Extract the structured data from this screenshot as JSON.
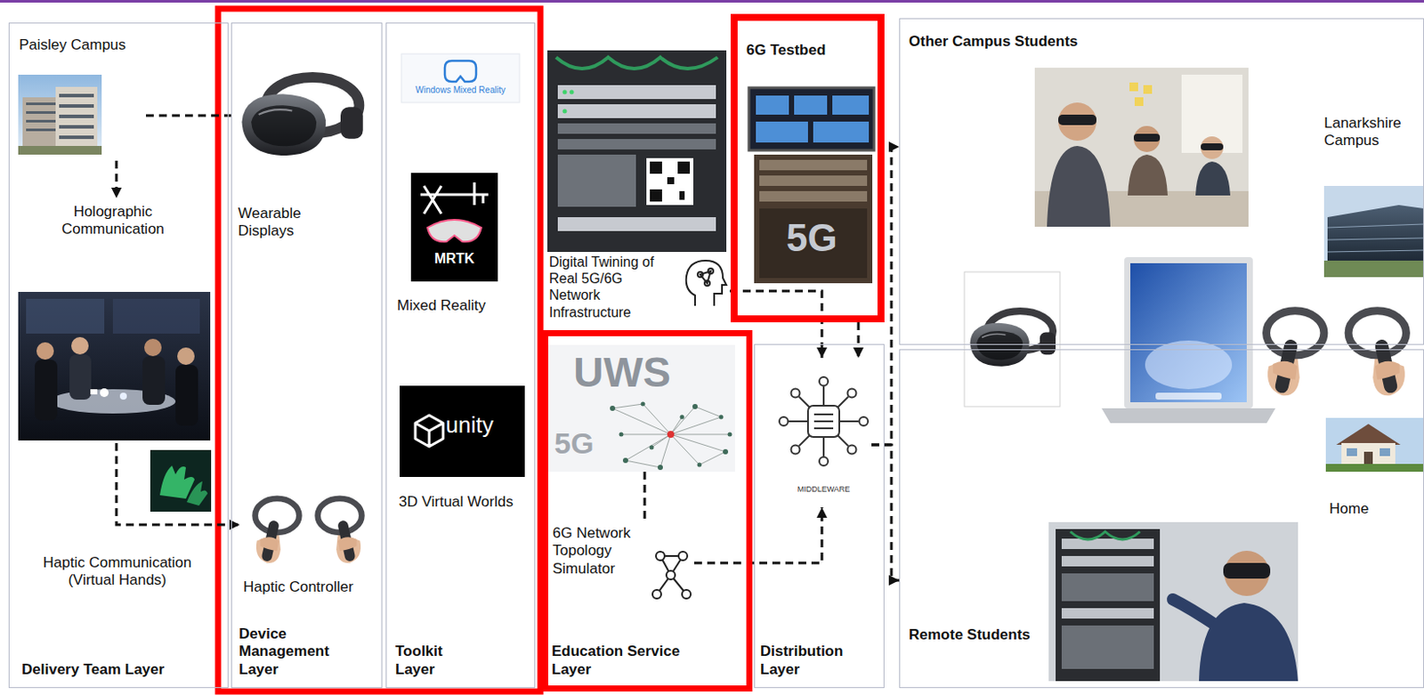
{
  "diagram": {
    "nodes": [
      {
        "text": [
          "Delivery Team Layer"
        ]
      },
      {
        "text": [
          "Paisley Campus"
        ],
        "in": 0
      },
      {
        "text": [
          "Holographic Communication"
        ],
        "in": 0
      },
      {
        "text": [
          "Haptic Communication (Virtual Hands)"
        ],
        "in": 0
      },
      {
        "text": [
          "Device Management Layer"
        ]
      },
      {
        "text": [
          "Wearable Displays"
        ],
        "in": 4
      },
      {
        "text": [
          "Haptic Controller"
        ],
        "in": 4
      },
      {
        "text": [
          "Toolkit Layer"
        ]
      },
      {
        "text": [
          "Windows Mixed Reality"
        ],
        "in": 7
      },
      {
        "text": [
          "MRTK",
          "Mixed Reality"
        ],
        "in": 7
      },
      {
        "text": [
          "unity",
          "3D Virtual Worlds"
        ],
        "in": 7
      },
      {
        "text": [
          "Digital Twining of Real 5G/6G Network Infrastructure"
        ]
      },
      {
        "text": [
          "6G Testbed"
        ]
      },
      {
        "text": [
          "Education Service Layer"
        ]
      },
      {
        "text": [
          "6G Network Topology Simulator"
        ],
        "in": 13
      },
      {
        "text": [
          "Distribution Layer"
        ]
      },
      {
        "text": [
          "MIDDLEWARE"
        ],
        "in": 15
      },
      {
        "text": [
          "Other Campus Students"
        ]
      },
      {
        "text": [
          "Lanarkshire Campus"
        ],
        "in": 17
      },
      {
        "text": [
          "Remote Students"
        ]
      },
      {
        "text": [
          "Home"
        ],
        "in": 19
      }
    ],
    "edges": [
      {
        "from": 1,
        "to": 5,
        "arrow": "none"
      },
      {
        "from": 1,
        "to": 2,
        "arrow": "to"
      },
      {
        "from": 2,
        "to": 6,
        "arrow": "to"
      },
      {
        "from": 11,
        "to": 16,
        "arrow": "to"
      },
      {
        "from": 12,
        "to": 16,
        "arrow": "to"
      },
      {
        "from": 14,
        "to": 16,
        "arrow": "to"
      },
      {
        "from": 16,
        "to": 17,
        "arrow": "to"
      },
      {
        "from": 16,
        "to": 19,
        "arrow": "to"
      }
    ],
    "labels": [
      "5G",
      "UWS",
      "5G"
    ]
  }
}
